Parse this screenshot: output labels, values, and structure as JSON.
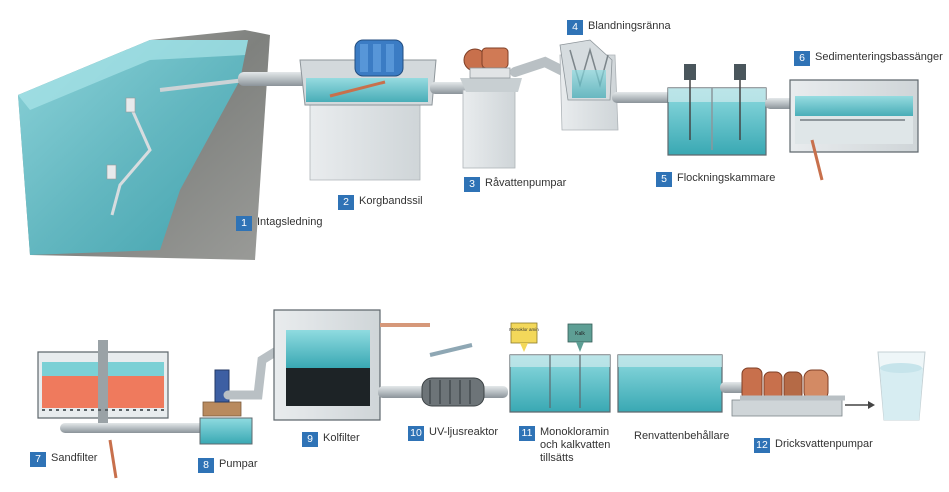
{
  "colors": {
    "water": "#5cc3c7",
    "water_dark": "#2f9aa6",
    "pipe": "#b9c0c4",
    "badge": "#2f73b6",
    "sand": "#ef7a5d",
    "carbon": "#1d2326",
    "rock": "#8d8f8c",
    "pump": "#c8704c"
  },
  "steps": [
    {
      "num": "1",
      "name": "Intagsledning"
    },
    {
      "num": "2",
      "name": "Korgbandssil"
    },
    {
      "num": "3",
      "name": "Råvattenpumpar"
    },
    {
      "num": "4",
      "name": "Blandningsränna"
    },
    {
      "num": "5",
      "name": "Flockningskammare"
    },
    {
      "num": "6",
      "name": "Sedimenteringsbassänger"
    },
    {
      "num": "7",
      "name": "Sandfilter"
    },
    {
      "num": "8",
      "name": "Pumpar"
    },
    {
      "num": "9",
      "name": "Kolfilter"
    },
    {
      "num": "10",
      "name": "UV-ljusreaktor"
    },
    {
      "num": "11",
      "name_lines": [
        "Monokloramin",
        "och kalkvatten",
        "tillsätts"
      ]
    },
    {
      "num": "12",
      "name": "Dricksvattenpumpar"
    }
  ],
  "unnumbered": {
    "reservoir": "Renvattenbehållare"
  },
  "tags": {
    "monochloramine": "Monoklor amin",
    "lime": "Kalk"
  },
  "icons": [
    "pump-icon",
    "motor-icon",
    "water-glass-icon",
    "arrow-icon"
  ]
}
